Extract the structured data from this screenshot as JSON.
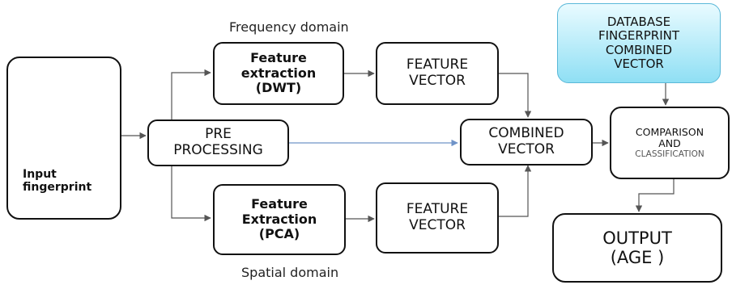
{
  "labels": {
    "frequency_domain": "Frequency domain",
    "spatial_domain": "Spatial domain"
  },
  "input_box": {
    "line1": "Input",
    "line2": "fingerprint"
  },
  "preprocessing": {
    "line1": "PRE",
    "line2": "PROCESSING"
  },
  "dwt_box": {
    "line1": "Feature",
    "line2": "extraction",
    "line3": "(DWT)"
  },
  "pca_box": {
    "line1": "Feature",
    "line2": "Extraction",
    "line3": "(PCA)"
  },
  "feature_vector_top": {
    "line1": "FEATURE",
    "line2": "VECTOR"
  },
  "feature_vector_bottom": {
    "line1": "FEATURE",
    "line2": "VECTOR"
  },
  "combined_vector": {
    "line1": "COMBINED",
    "line2": "VECTOR"
  },
  "database_box": {
    "line1": "DATABASE",
    "line2": "FINGERPRINT",
    "line3": "COMBINED",
    "line4": "VECTOR"
  },
  "comparison_box": {
    "line1": "COMPARISON",
    "line2": "AND",
    "line3": "CLASSIFICATION"
  },
  "output_box": {
    "line1": "OUTPUT",
    "line2": "(AGE )"
  },
  "colors": {
    "database_fill_top": "#e9fbff",
    "database_fill_bottom": "#8fdff4",
    "database_border": "#5ab8d8",
    "center_arrow": "#6f93c8"
  }
}
